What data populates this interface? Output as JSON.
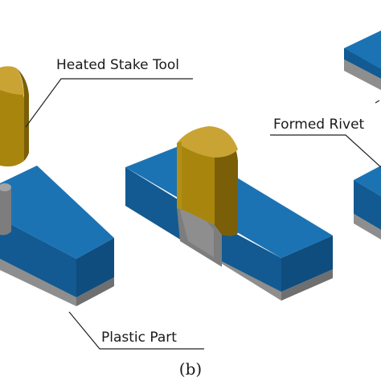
{
  "labels": {
    "heated_stake_tool": "Heated Stake Tool",
    "formed_rivet": "Formed Rivet",
    "plastic_part": "Plastic Part",
    "caption": "(b)"
  },
  "colors": {
    "part_top": "#1c73b4",
    "part_front": "#125a91",
    "part_side": "#0f4d7e",
    "base_front": "#8e8e8e",
    "base_side": "#6f6f6f",
    "tool_front": "#a8860e",
    "tool_side": "#7a5f08",
    "tool_top": "#c9a434",
    "tool_flat": "#b28f14",
    "boss": "#7d7d7d",
    "boss_top": "#a3a3a3",
    "leader": "#222222"
  }
}
